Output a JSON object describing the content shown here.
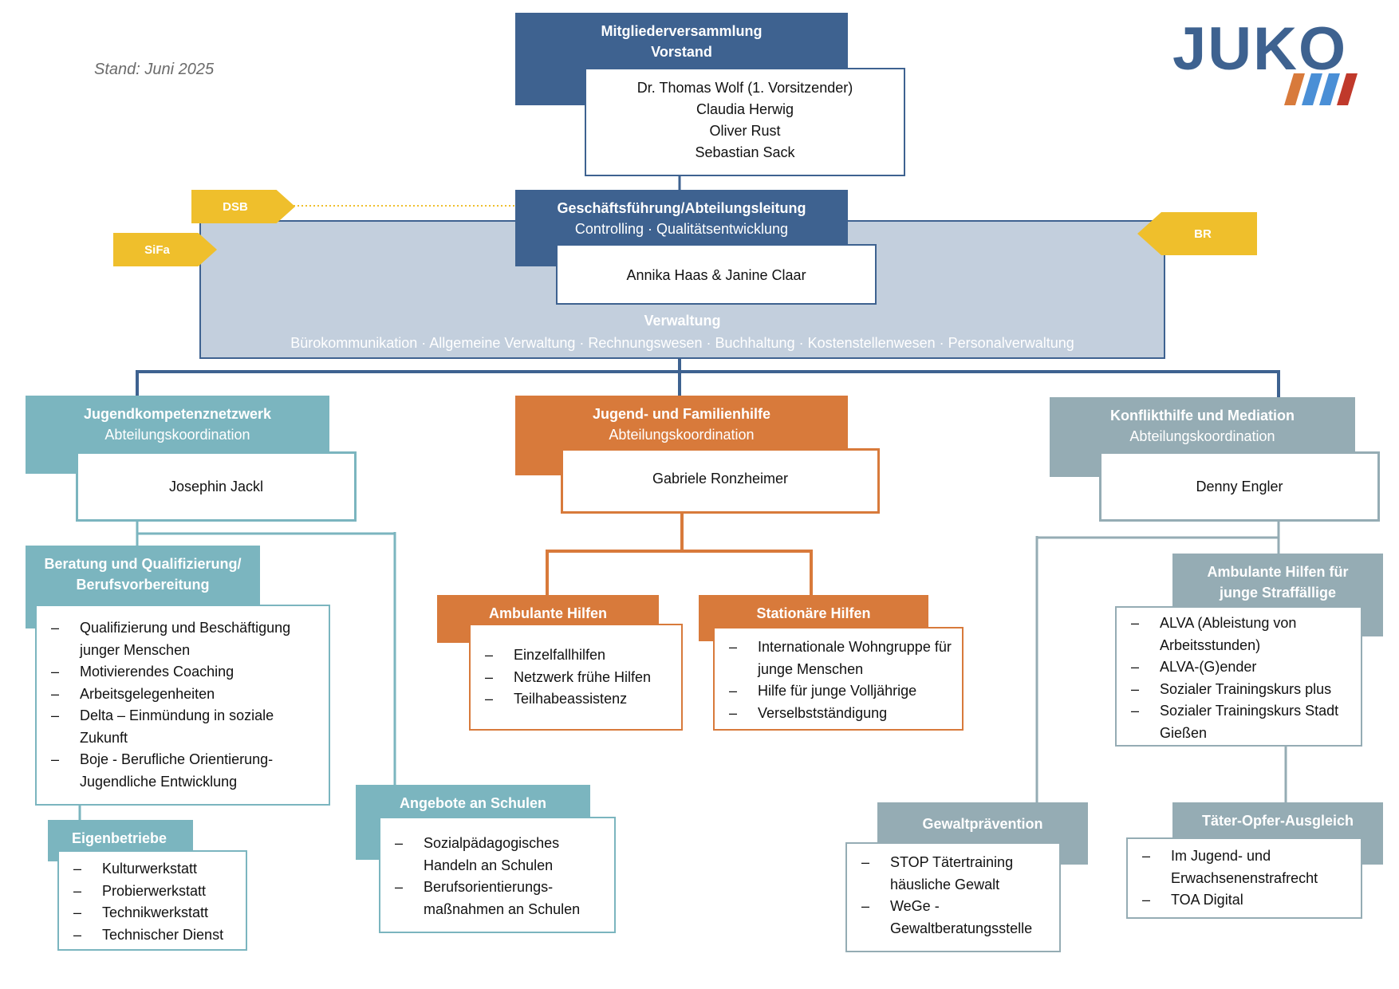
{
  "stand": "Stand: Juni 2025",
  "logo": {
    "text": "JUKO",
    "stripe_colors": [
      "#d87a3b",
      "#4a8fd6",
      "#4a8fd6",
      "#c0392b"
    ]
  },
  "colors": {
    "blue": "#3e6290",
    "verwaltung": "#c3cfdd",
    "orange": "#d87a3b",
    "teal": "#7bb5bf",
    "grey": "#95acb4",
    "yellow": "#efbf2c"
  },
  "mv": {
    "title": "Mitgliederversammlung",
    "subtitle": "Vorstand",
    "members": [
      "Dr. Thomas Wolf (1. Vorsitzender)",
      "Claudia Herwig",
      "Oliver Rust",
      "Sebastian Sack"
    ]
  },
  "gf": {
    "title": "Geschäftsführung/Abteilungsleitung",
    "subtitle": "Controlling · Qualitätsentwicklung",
    "names": "Annika Haas & Janine Claar"
  },
  "verwaltung": {
    "title": "Verwaltung",
    "items": "Bürokommunikation · Allgemeine Verwaltung · Rechnungswesen · Buchhaltung · Kostenstellenwesen · Personalverwaltung"
  },
  "tags": {
    "dsb": "DSB",
    "sifa": "SiFa",
    "br": "BR"
  },
  "jkn": {
    "title": "Jugendkompetenznetzwerk",
    "subtitle": "Abteilungskoordination",
    "name": "Josephin Jackl",
    "beratung": {
      "title1": "Beratung und Qualifizierung/",
      "title2": "Berufsvorbereitung",
      "items": [
        "Qualifizierung und Beschäftigung junger Menschen",
        "Motivierendes Coaching",
        "Arbeitsgelegenheiten",
        "Delta – Einmündung in soziale Zukunft",
        "Boje - Berufliche Orientierung- Jugendliche Entwicklung"
      ]
    },
    "eigen": {
      "title": "Eigenbetriebe",
      "items": [
        "Kulturwerkstatt",
        "Probierwerkstatt",
        "Technikwerkstatt",
        "Technischer Dienst"
      ]
    },
    "schulen": {
      "title": "Angebote an Schulen",
      "items": [
        "Sozialpädagogisches Handeln an Schulen",
        "Berufsorientierungs- maßnahmen an Schulen"
      ]
    }
  },
  "jfh": {
    "title": "Jugend- und Familienhilfe",
    "subtitle": "Abteilungskoordination",
    "name": "Gabriele Ronzheimer",
    "ambulant": {
      "title": "Ambulante Hilfen",
      "items": [
        "Einzelfallhilfen",
        "Netzwerk frühe Hilfen",
        "Teilhabeassistenz"
      ]
    },
    "stationaer": {
      "title": "Stationäre Hilfen",
      "items": [
        "Internationale Wohngruppe für junge Menschen",
        "Hilfe für junge Volljährige",
        "Verselbstständigung"
      ]
    }
  },
  "km": {
    "title": "Konflikthilfe und Mediation",
    "subtitle": "Abteilungskoordination",
    "name": "Denny Engler",
    "ambulant": {
      "title1": "Ambulante Hilfen für",
      "title2": "junge Straffällige",
      "items": [
        "ALVA (Ableistung von Arbeitsstunden)",
        "ALVA-(G)ender",
        "Sozialer Trainingskurs plus",
        "Sozialer Trainingskurs Stadt Gießen"
      ]
    },
    "gewalt": {
      "title": "Gewaltprävention",
      "items": [
        "STOP Tätertraining häusliche Gewalt",
        "WeGe - Gewaltberatungsstelle"
      ]
    },
    "toa": {
      "title": "Täter-Opfer-Ausgleich",
      "items": [
        "Im Jugend- und Erwachsenenstrafrecht",
        "TOA Digital"
      ]
    }
  }
}
